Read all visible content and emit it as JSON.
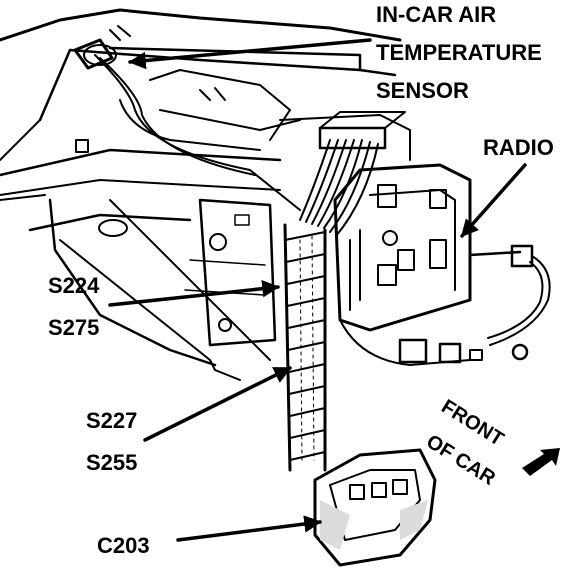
{
  "labels": {
    "sensor_line1": "IN-CAR AIR",
    "sensor_line2": "TEMPERATURE",
    "sensor_line3": "SENSOR",
    "radio": "RADIO",
    "splice_a1": "S224",
    "splice_a2": "S275",
    "splice_b1": "S227",
    "splice_b2": "S255",
    "connector": "C203",
    "front_line1": "FRONT",
    "front_line2": "OF CAR"
  },
  "colors": {
    "ink": "#000000",
    "paper": "#ffffff",
    "shade": "#dcdcdc"
  }
}
